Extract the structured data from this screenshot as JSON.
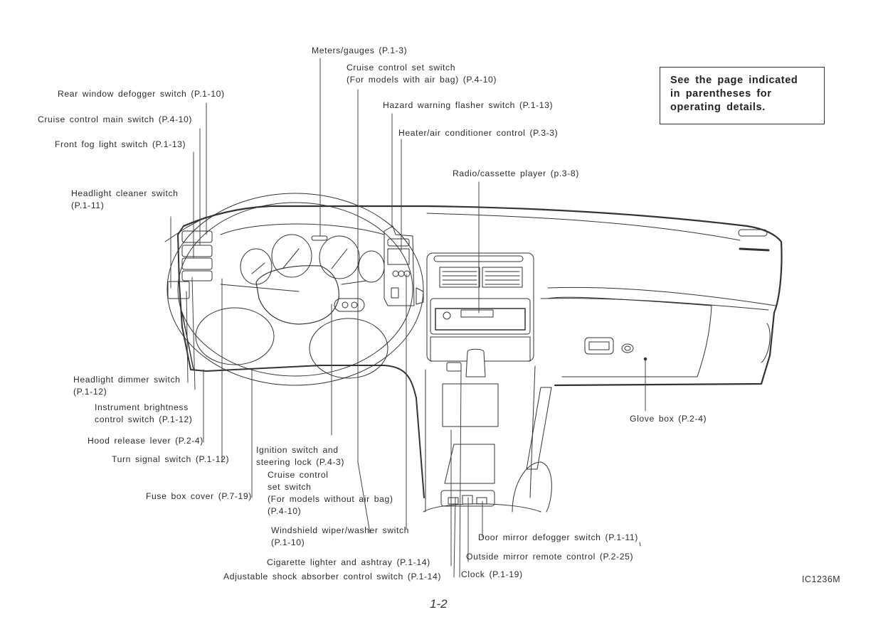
{
  "note_box": {
    "lines": [
      "See the page indicated",
      "in parentheses for",
      "operating details."
    ]
  },
  "labels": {
    "meters": "Meters/gauges (P.1-3)",
    "cruise_set_airbag_1": "Cruise control set switch",
    "cruise_set_airbag_2": "(For models with air bag) (P.4-10)",
    "hazard": "Hazard warning flasher switch (P.1-13)",
    "heater": "Heater/air conditioner control (P.3-3)",
    "radio": "Radio/cassette player (p.3-8)",
    "rear_defogger": "Rear window defogger switch (P.1-10)",
    "cruise_main": "Cruise control main switch (P.4-10)",
    "fog": "Front fog light switch (P.1-13)",
    "headlight_cleaner_1": "Headlight cleaner switch",
    "headlight_cleaner_2": "(P.1-11)",
    "dimmer_1": "Headlight dimmer switch",
    "dimmer_2": "(P.1-12)",
    "brightness_1": "Instrument brightness",
    "brightness_2": "control switch (P.1-12)",
    "hood": "Hood release lever (P.2-4)",
    "turn": "Turn signal switch (P.1-12)",
    "fuse": "Fuse box cover (P.7-19)",
    "ignition_1": "Ignition switch and",
    "ignition_2": "steering lock (P.4-3)",
    "cruise_set_noairbag_1": "Cruise control",
    "cruise_set_noairbag_2": "set switch",
    "cruise_set_noairbag_3": "(For models without air bag)",
    "cruise_set_noairbag_4": "(P.4-10)",
    "wiper_1": "Windshield wiper/washer switch",
    "wiper_2": "(P.1-10)",
    "cigarette": "Cigarette lighter and ashtray (P.1-14)",
    "shock": "Adjustable shock absorber control switch (P.1-14)",
    "clock": "Clock (P.1-19)",
    "mirror_defogger": "Door mirror defogger switch (P.1-11)",
    "mirror_remote": "Outside mirror remote control (P.2-25)",
    "glove": "Glove box (P.2-4)"
  },
  "figure_id": "IC1236M",
  "page_number": "1-2"
}
